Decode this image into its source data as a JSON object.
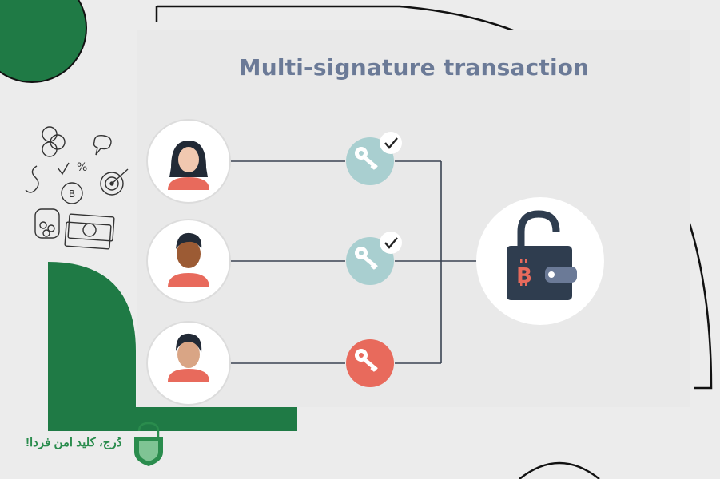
{
  "title": "Multi-signature transaction",
  "brand": {
    "text": "دُرج، کلید امن فردا!",
    "color": "#2a8c4d"
  },
  "colors": {
    "green": "#1f7a45",
    "title": "#6b7a97",
    "key_signed": "#a9cfd0",
    "key_unsigned": "#e86a5c",
    "wallet": "#2f3d4f",
    "bitcoin": "#e86a5c",
    "skin_light": "#f1c8b0",
    "skin_dark": "#9c5b34",
    "shirt": "#e86a5c",
    "hair": "#222a36"
  },
  "signers": [
    {
      "name": "signer-1",
      "skin": "light",
      "hair": "long",
      "signed": true
    },
    {
      "name": "signer-2",
      "skin": "dark",
      "hair": "short",
      "signed": true
    },
    {
      "name": "signer-3",
      "skin": "medium",
      "hair": "short",
      "signed": false
    }
  ],
  "icons": {
    "lock": "bitcoin-wallet-lock-icon",
    "key": "key-icon",
    "check": "checkmark-icon",
    "doodles": "finance-doodles-icon",
    "shield": "shield-logo-icon"
  }
}
